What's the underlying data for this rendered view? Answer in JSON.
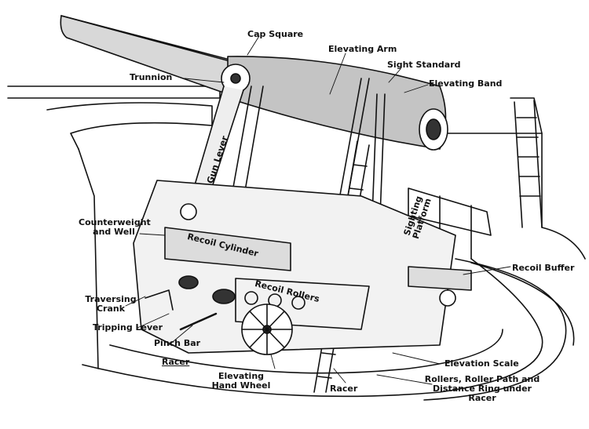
{
  "labels": {
    "cap_square": "Cap Square",
    "elevating_arm": "Elevating Arm",
    "sight_standard": "Sight Standard",
    "elevating_band": "Elevating Band",
    "trunnion": "Trunnion",
    "gun_lever": "Gun Lever",
    "counterweight_and_well": "Counterweight and Well",
    "recoil_cylinder": "Recoil Cylinder",
    "sighting_platform": "Sighting Platform",
    "recoil_buffer": "Recoil Buffer",
    "recoil_rollers": "Recoil Rollers",
    "traversing_crank": "Traversing Crank",
    "tripping_lever": "Tripping Lever",
    "pinch_bar": "Pinch Bar",
    "racer_left": "Racer",
    "elevating_hand_wheel": "Elevating Hand Wheel",
    "racer_bottom": "Racer",
    "elevation_scale": "Elevation Scale",
    "rollers_roller_path": "Rollers, Roller Path and Distance Ring under Racer"
  },
  "colors": {
    "ink": "#111111",
    "paper": "#ffffff"
  }
}
